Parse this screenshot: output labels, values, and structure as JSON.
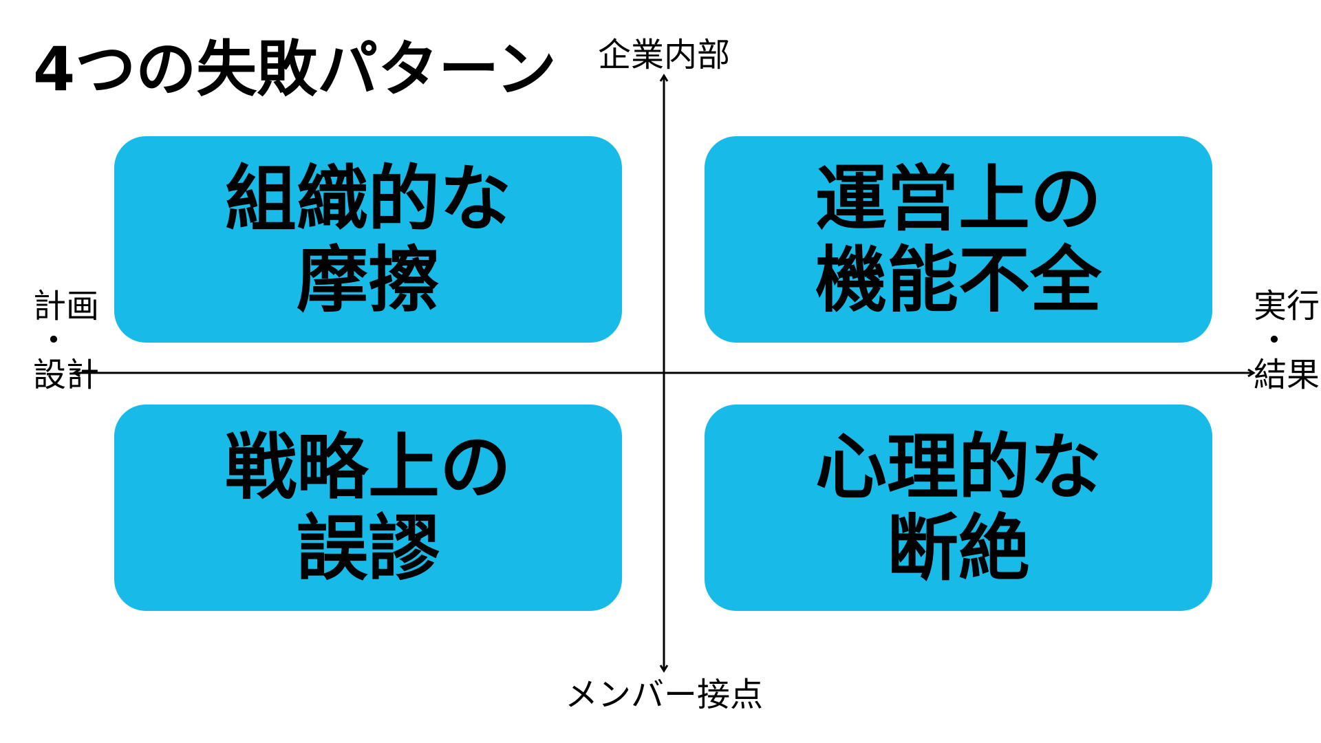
{
  "title": "4つの失敗パターン",
  "axes": {
    "top": "企業内部",
    "bottom": "メンバー接点",
    "left": "計画\n・\n設計",
    "right": "実行\n・\n結果"
  },
  "quadrants": {
    "top_left": "組織的な\n摩擦",
    "top_right": "運営上の\n機能不全",
    "bottom_left": "戦略上の\n誤謬",
    "bottom_right": "心理的な\n断絶"
  },
  "colors": {
    "box_fill": "#18bbe8",
    "text": "#000000",
    "axis": "#000000"
  }
}
